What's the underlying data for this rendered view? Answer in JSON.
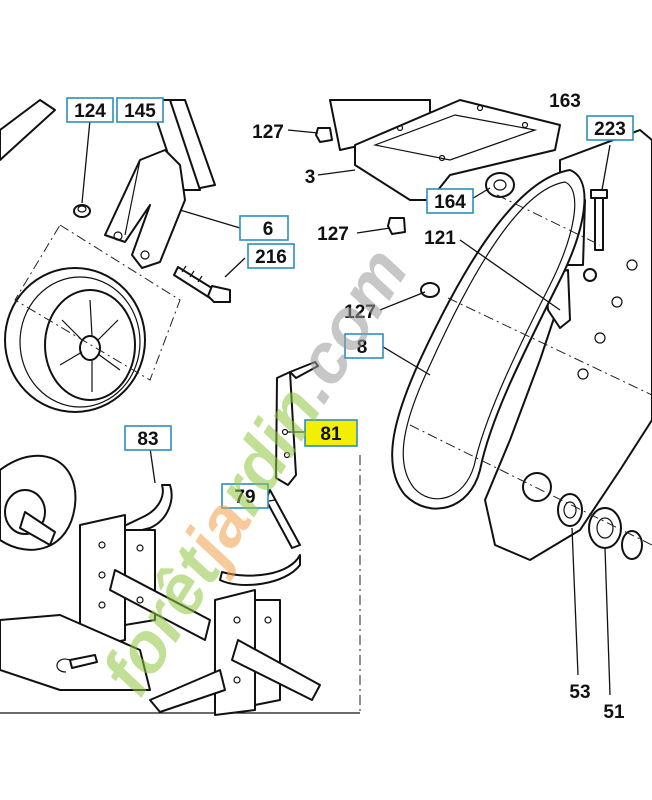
{
  "watermark": {
    "text": "forêtjardin.com",
    "color_green": "#8fc640",
    "color_orange": "#f2a04a",
    "color_grey": "#9a9a9a"
  },
  "colors": {
    "callout_border": "#2a8fc0",
    "highlight": "#f2f000"
  },
  "callouts": {
    "c124": "124",
    "c145": "145",
    "c163": "163",
    "c223": "223",
    "c127a": "127",
    "c3": "3",
    "c164": "164",
    "c6": "6",
    "c127b": "127",
    "c121": "121",
    "c216": "216",
    "c127c": "127",
    "c8": "8",
    "c81": "81",
    "c83": "83",
    "c79": "79",
    "c53": "53",
    "c51": "51"
  },
  "highlighted_part": "81"
}
